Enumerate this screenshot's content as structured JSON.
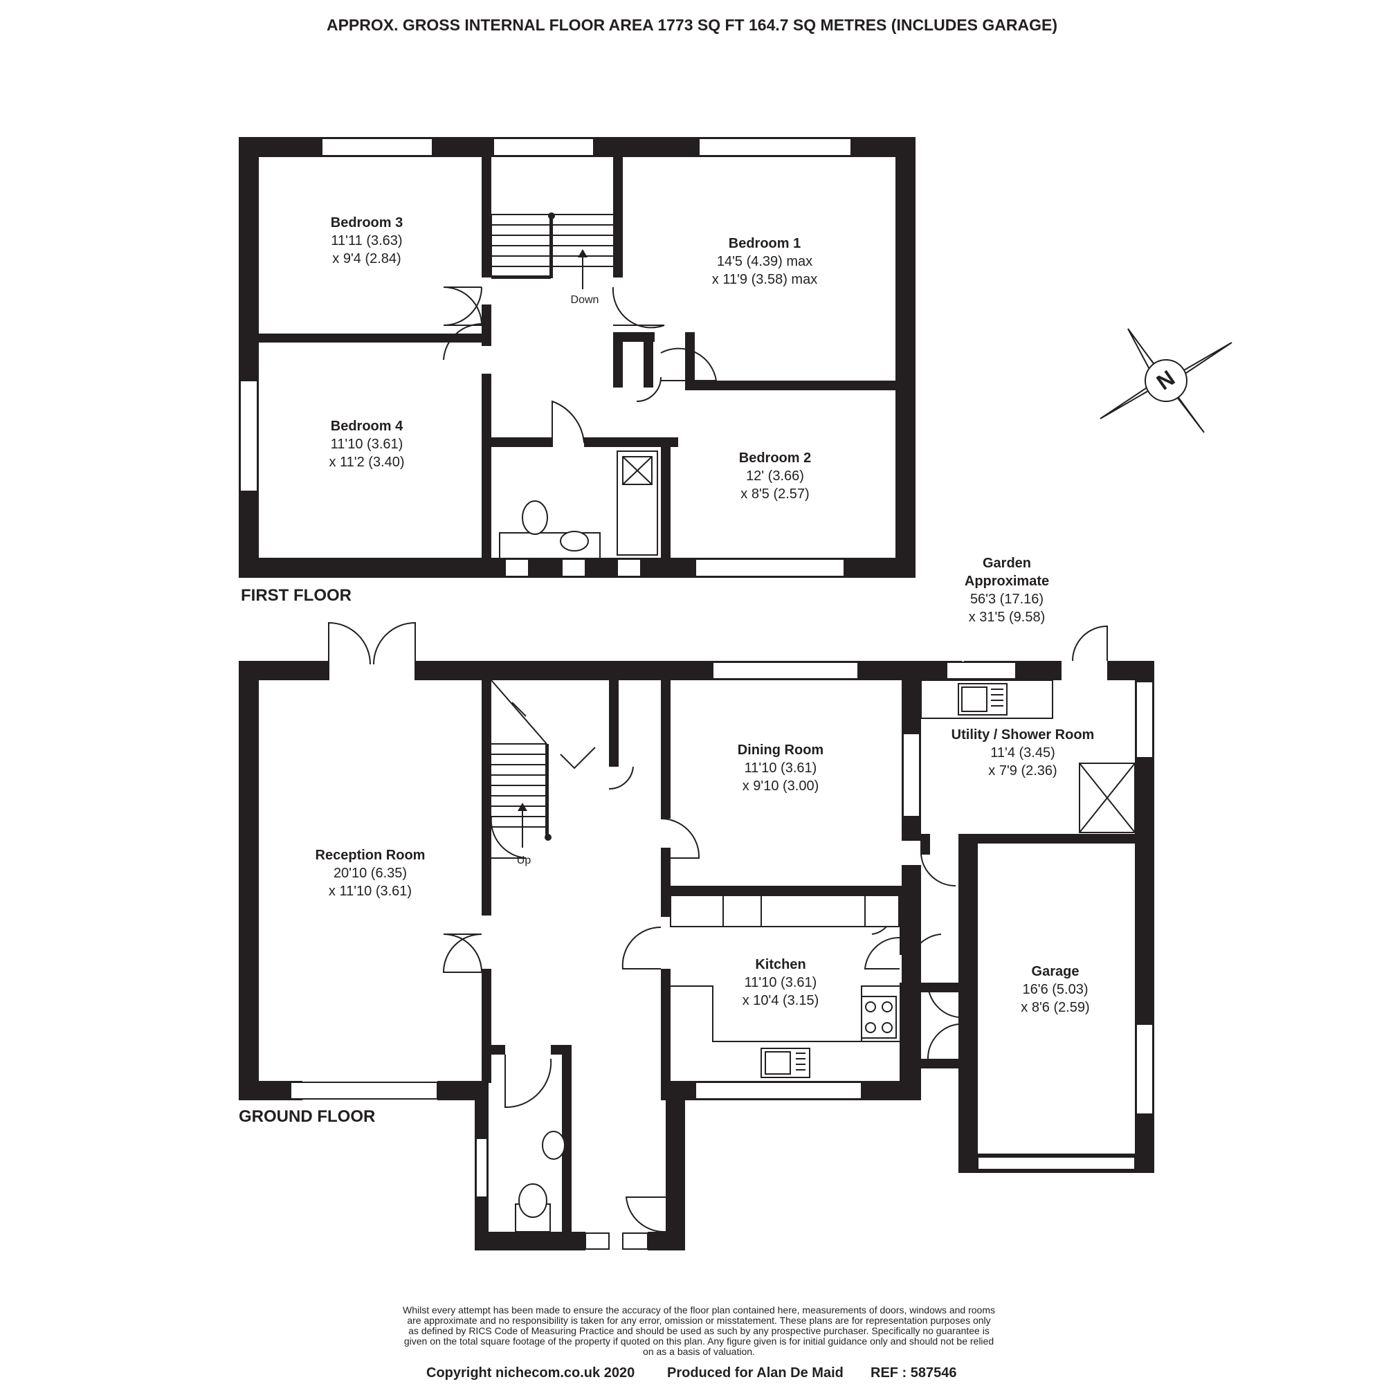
{
  "header": {
    "title": "APPROX. GROSS INTERNAL FLOOR AREA 1773 SQ FT 164.7 SQ METRES (INCLUDES GARAGE)"
  },
  "floors": {
    "first": "FIRST FLOOR",
    "ground": "GROUND FLOOR"
  },
  "rooms": {
    "bedroom3": {
      "name": "Bedroom 3",
      "dim1": "11'11 (3.63)",
      "dim2": "x 9'4 (2.84)"
    },
    "bedroom1": {
      "name": "Bedroom 1",
      "dim1": "14'5 (4.39) max",
      "dim2": "x 11'9 (3.58) max"
    },
    "bedroom4": {
      "name": "Bedroom 4",
      "dim1": "11'10 (3.61)",
      "dim2": "x 11'2 (3.40)"
    },
    "bedroom2": {
      "name": "Bedroom 2",
      "dim1": "12' (3.66)",
      "dim2": "x 8'5 (2.57)"
    },
    "reception": {
      "name": "Reception Room",
      "dim1": "20'10 (6.35)",
      "dim2": "x 11'10 (3.61)"
    },
    "dining": {
      "name": "Dining Room",
      "dim1": "11'10 (3.61)",
      "dim2": "x 9'10 (3.00)"
    },
    "utility": {
      "name": "Utility / Shower Room",
      "dim1": "11'4 (3.45)",
      "dim2": "x 7'9 (2.36)"
    },
    "kitchen": {
      "name": "Kitchen",
      "dim1": "11'10 (3.61)",
      "dim2": "x 10'4 (3.15)"
    },
    "garage": {
      "name": "Garage",
      "dim1": "16'6 (5.03)",
      "dim2": "x 8'6 (2.59)"
    }
  },
  "garden": {
    "name": "Garden",
    "line2": "Approximate",
    "dim1": "56'3 (17.16)",
    "dim2": "x 31'5 (9.58)"
  },
  "stairs": {
    "down": "Down",
    "up": "Up"
  },
  "compass": {
    "letter": "N"
  },
  "disclaimer": [
    "Whilst every attempt has been made to ensure the accuracy of the floor plan contained here, measurements of doors, windows and rooms",
    "are approximate and no responsibility is taken for any error, omission or misstatement. These plans are for representation purposes only",
    "as defined by RICS Code of Measuring Practice and should be used as such by any prospective purchaser.  Specifically no guarantee is",
    "given on the total square footage of the property if quoted on this plan. Any figure given is for initial guidance only and should not be relied",
    "on as a basis of valuation."
  ],
  "footer": {
    "copyright": "Copyright nichecom.co.uk 2020",
    "produced": "Produced for Alan De Maid",
    "ref": "REF :  587546"
  }
}
